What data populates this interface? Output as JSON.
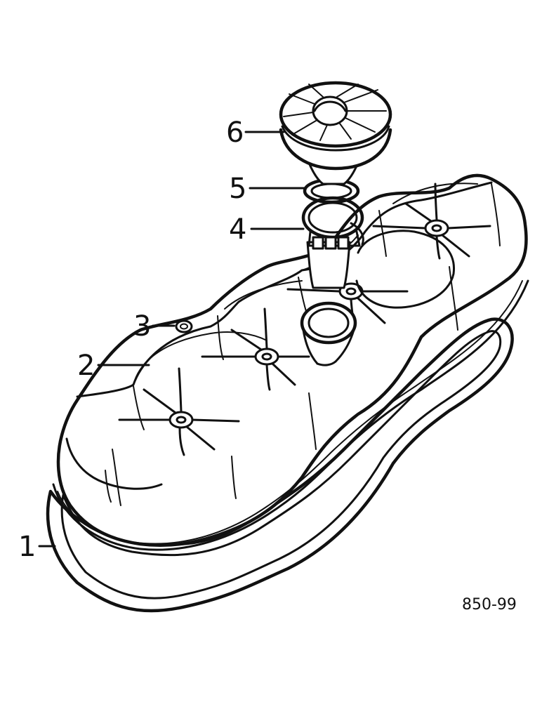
{
  "callouts": [
    {
      "id": "1",
      "label": "1",
      "part": "gasket"
    },
    {
      "id": "2",
      "label": "2",
      "part": "valve-cover"
    },
    {
      "id": "3",
      "label": "3",
      "part": "washer"
    },
    {
      "id": "4",
      "label": "4",
      "part": "clamp"
    },
    {
      "id": "5",
      "label": "5",
      "part": "o-ring"
    },
    {
      "id": "6",
      "label": "6",
      "part": "filler-cap"
    }
  ],
  "figure_number": "850-99",
  "colors": {
    "ink": "#111111",
    "paper": "#ffffff"
  }
}
